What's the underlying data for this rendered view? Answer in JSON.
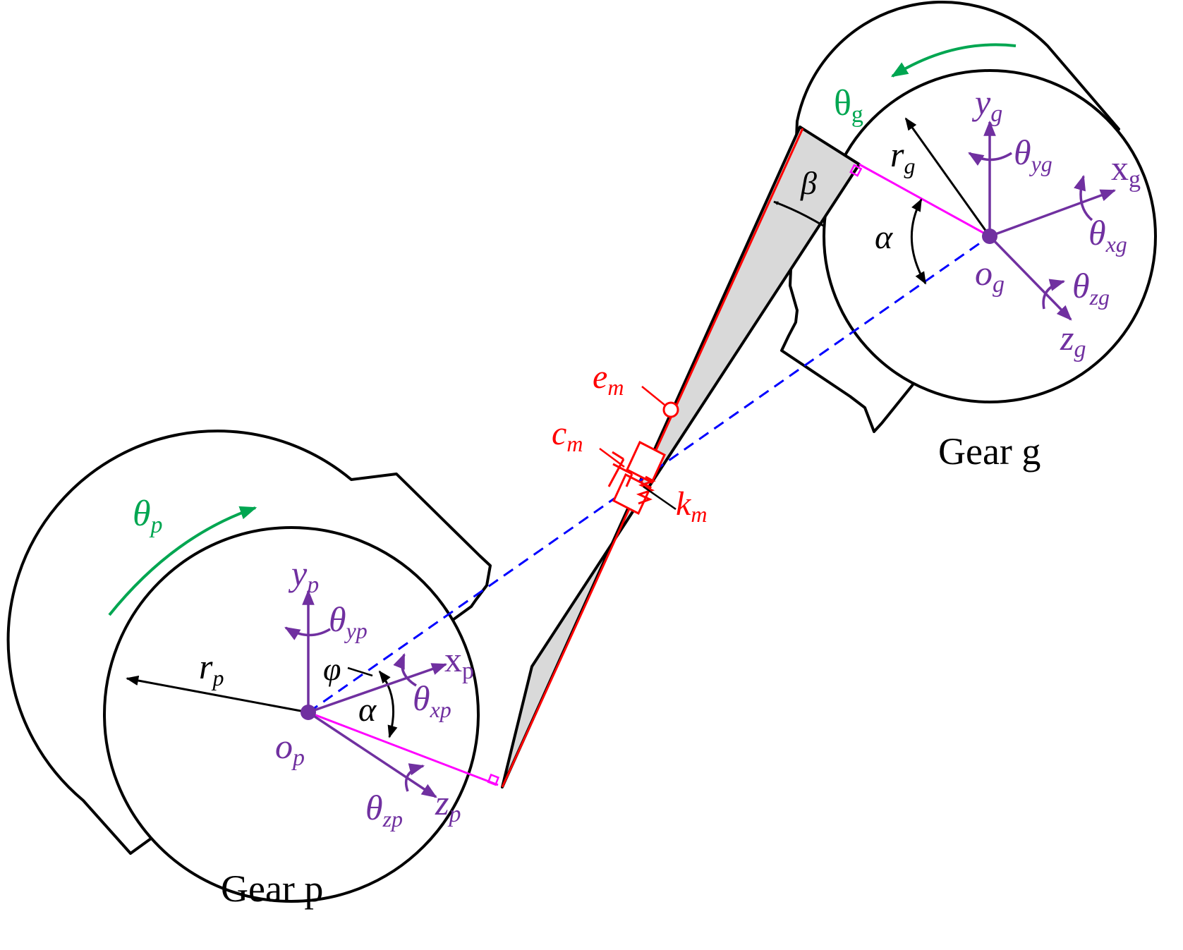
{
  "colors": {
    "outline": "#000000",
    "mesh_fill": "#d9d9d9",
    "mesh_line": "#ff0000",
    "coords": "#7030a0",
    "rotation": "#00a651",
    "center_line": "#0000ff",
    "radius_line": "#ff00ff",
    "dimension": "#000000"
  },
  "gear_p": {
    "name": "Gear p",
    "rotation_label": "θ",
    "rotation_sub": "p",
    "origin_label": "o",
    "origin_sub": "p",
    "radius_label": "r",
    "radius_sub": "p",
    "axes": {
      "y": {
        "label": "y",
        "sub": "p"
      },
      "x": {
        "label": "x",
        "sub": "p"
      },
      "z": {
        "label": "z",
        "sub": "p"
      }
    },
    "rotations": {
      "y": {
        "label": "θ",
        "sub": "yp"
      },
      "x": {
        "label": "θ",
        "sub": "xp"
      },
      "z": {
        "label": "θ",
        "sub": "zp"
      }
    },
    "phi_label": "φ",
    "alpha_label": "α"
  },
  "gear_g": {
    "name": "Gear g",
    "rotation_label": "θ",
    "rotation_sub": "g",
    "origin_label": "o",
    "origin_sub": "g",
    "radius_label": "r",
    "radius_sub": "g",
    "axes": {
      "y": {
        "label": "y",
        "sub": "g"
      },
      "x": {
        "label": "x",
        "sub": "g"
      },
      "z": {
        "label": "z",
        "sub": "g"
      }
    },
    "rotations": {
      "y": {
        "label": "θ",
        "sub": "yg"
      },
      "x": {
        "label": "θ",
        "sub": "xg"
      },
      "z": {
        "label": "θ",
        "sub": "zg"
      }
    },
    "alpha_label": "α"
  },
  "mesh": {
    "beta_label": "β",
    "error": {
      "label": "e",
      "sub": "m"
    },
    "damping": {
      "label": "c",
      "sub": "m"
    },
    "stiffness": {
      "label": "k",
      "sub": "m"
    }
  }
}
